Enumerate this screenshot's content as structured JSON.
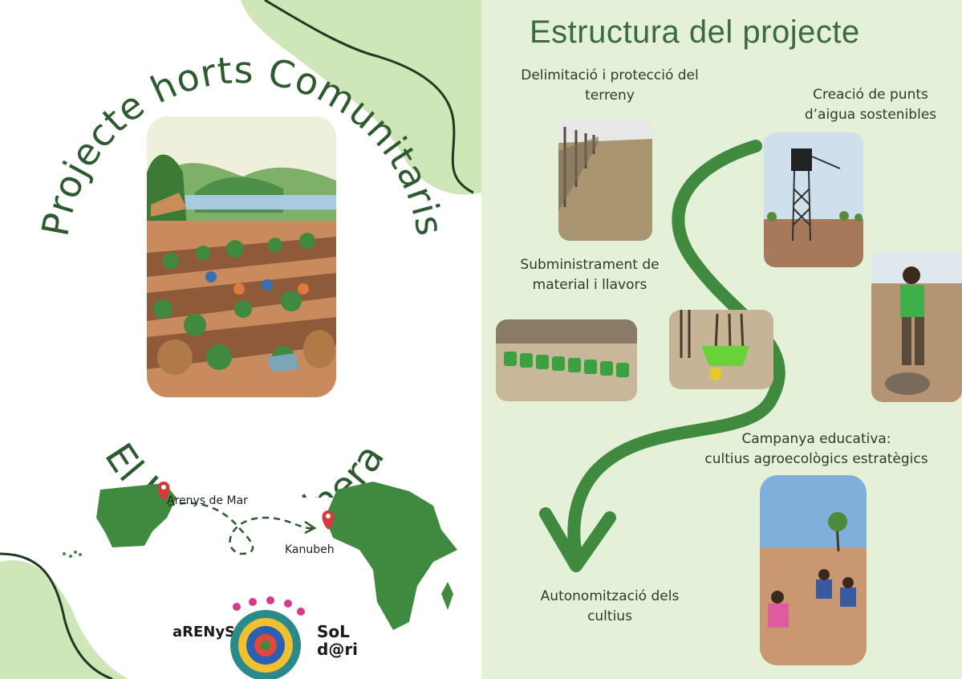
{
  "left": {
    "title_arc": "Projecte horts Comunitaris",
    "subtitle_arc": "El Jardí de Sinera",
    "map": {
      "origin_label": "Arenys de Mar",
      "destination_label": "Kanubeh"
    },
    "logos": {
      "left_logo": "aRENyS",
      "right_logo": "SoL d@ri"
    }
  },
  "right": {
    "title": "Estructura del projecte",
    "steps": [
      {
        "label_line1": "Delimitació i protecció del",
        "label_line2": "terreny"
      },
      {
        "label_line1": "Creació de punts",
        "label_line2": "d’aigua sostenibles"
      },
      {
        "label_line1": "Subministrament de",
        "label_line2": "material i llavors"
      },
      {
        "label_line1": "Campanya educativa:",
        "label_line2": "cultius agroecològics estratègics"
      },
      {
        "label_line1": "Autonomització dels",
        "label_line2": "cultius"
      }
    ]
  },
  "colors": {
    "accent_green": "#3f8a3f",
    "title_green": "#3b6a3e",
    "light_green": "#cfe6b8",
    "bg_right": "#e4f1d8"
  }
}
